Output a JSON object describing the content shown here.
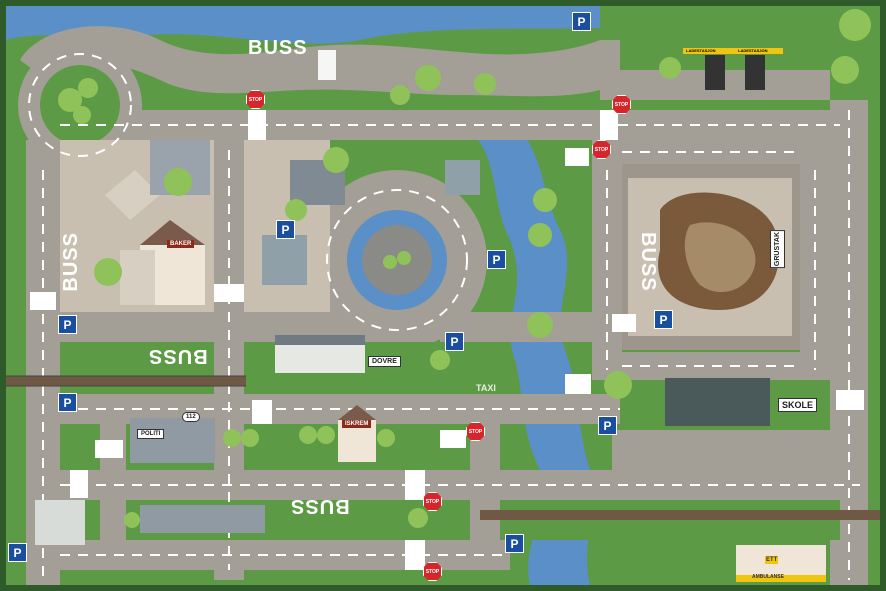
{
  "labels": {
    "buss": "BUSS",
    "grustak": "GRUSTAK",
    "skole": "SKOLE",
    "dovre": "DOVRE",
    "taxi": "TAXI",
    "baker": "BAKER",
    "politi": "POLITI",
    "iskrem": "ISKREM",
    "emergency_number": "112",
    "ambulanse": "AMBULANSE",
    "ladestasjon_left": "LADESTASJON",
    "ladestasjon_right": "LADESTASJON",
    "stop": "STOP",
    "parking": "P",
    "ett": "ETT"
  },
  "colors": {
    "road": "#a39e96",
    "road_edge": "#8d8880",
    "grass": "#5c9a45",
    "water": "#5b8fc7",
    "border": "#2f5a2a",
    "stop": "#d7262b",
    "parking": "#1a4fa0",
    "building_grey": "#7f8a93"
  }
}
